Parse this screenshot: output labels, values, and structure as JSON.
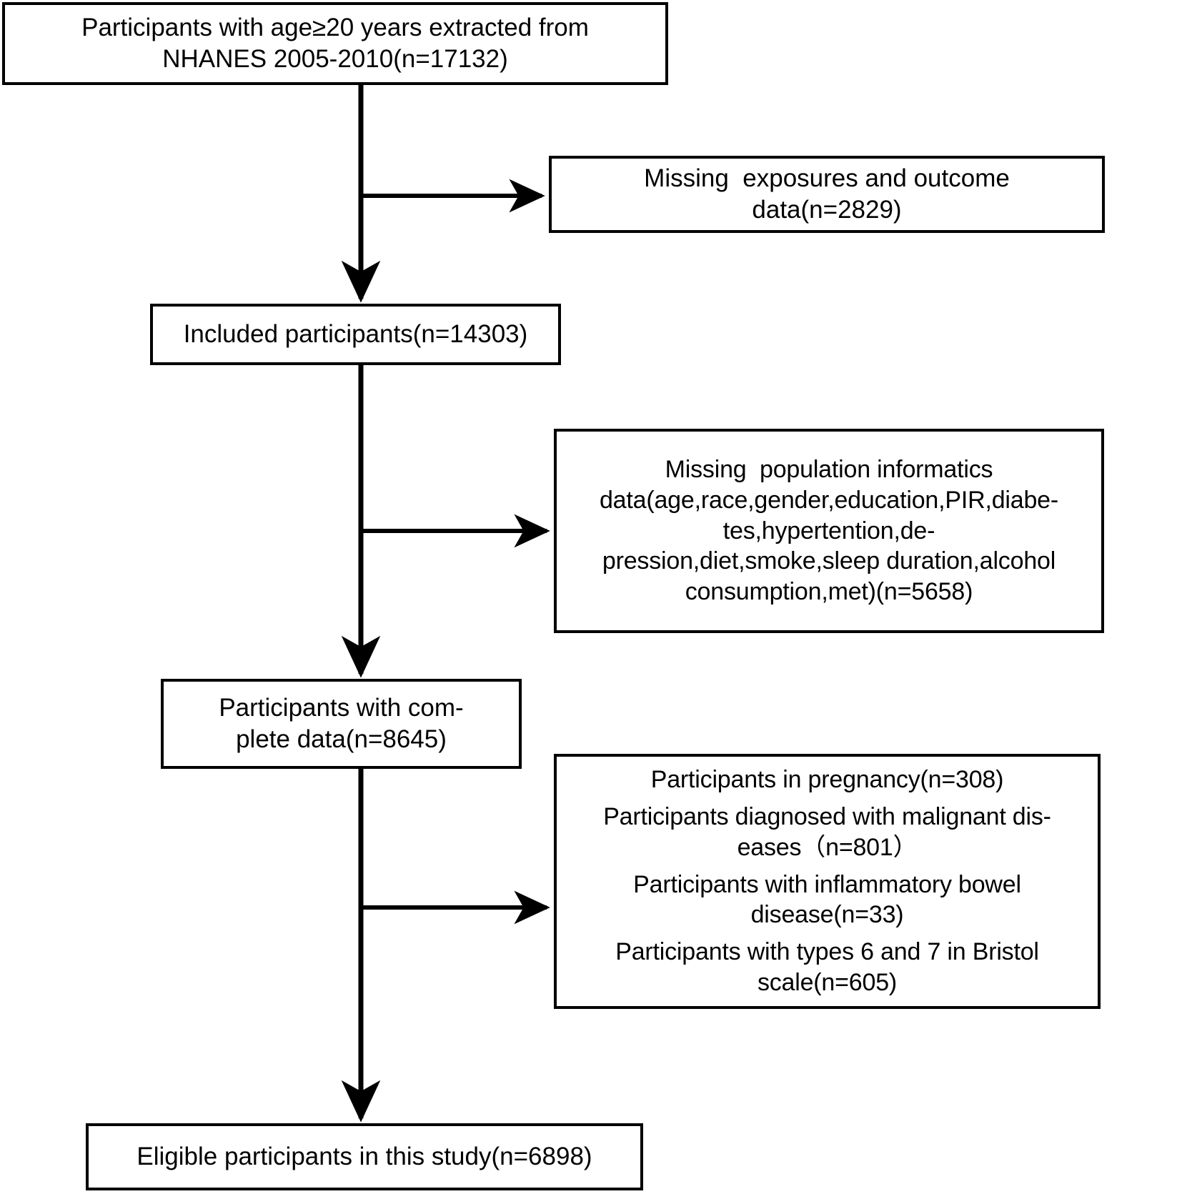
{
  "diagram": {
    "type": "flowchart",
    "title": "Participant selection flow diagram",
    "colors": {
      "line": "#000000",
      "box_border": "#000000",
      "background": "#ffffff",
      "text": "#000000"
    },
    "nodes": {
      "top": {
        "name": "source-population",
        "lines": [
          "Participants with age≥20 years extracted from",
          "NHANES 2005-2010(n=17132)"
        ],
        "n": 17132
      },
      "exclusion_1": {
        "name": "missing-exposure-outcome",
        "lines": [
          "Missing  exposures and outcome",
          "data(n=2829)"
        ],
        "n": 2829
      },
      "included": {
        "name": "included-participants",
        "lines": [
          "Included participants(n=14303)"
        ],
        "n": 14303
      },
      "exclusion_2": {
        "name": "missing-population-informatics",
        "lines": [
          "Missing  population informatics",
          "data(age,race,gender,education,PIR,diabe-",
          "tes,hypertention,de-",
          "pression,diet,smoke,sleep duration,alcohol",
          "consumption,met)(n=5658)"
        ],
        "n": 5658
      },
      "complete": {
        "name": "complete-data-participants",
        "lines": [
          "Participants with com-",
          "plete data(n=8645)"
        ],
        "n": 8645
      },
      "exclusion_3": {
        "name": "additional-exclusions",
        "items": [
          {
            "lines": [
              "Participants in pregnancy(n=308)"
            ],
            "n": 308
          },
          {
            "lines": [
              "Participants diagnosed with malignant dis-",
              "eases（n=801）"
            ],
            "n": 801
          },
          {
            "lines": [
              "Participants with inflammatory bowel",
              "disease(n=33)"
            ],
            "n": 33
          },
          {
            "lines": [
              "Participants with types 6 and 7 in Bristol",
              "scale(n=605)"
            ],
            "n": 605
          }
        ]
      },
      "eligible": {
        "name": "eligible-participants",
        "lines": [
          "Eligible participants in this study(n=6898)"
        ],
        "n": 6898
      }
    },
    "connectors": [
      {
        "name": "trunk-top-to-included",
        "from": "top",
        "to": "included",
        "arrow": "down"
      },
      {
        "name": "branch-to-exclusion-1",
        "from": "trunk",
        "to": "exclusion_1",
        "arrow": "right"
      },
      {
        "name": "trunk-included-to-complete",
        "from": "included",
        "to": "complete",
        "arrow": "down"
      },
      {
        "name": "branch-to-exclusion-2",
        "from": "trunk",
        "to": "exclusion_2",
        "arrow": "right"
      },
      {
        "name": "trunk-complete-to-eligible",
        "from": "complete",
        "to": "eligible",
        "arrow": "down"
      },
      {
        "name": "branch-to-exclusion-3",
        "from": "trunk",
        "to": "exclusion_3",
        "arrow": "right"
      }
    ]
  }
}
